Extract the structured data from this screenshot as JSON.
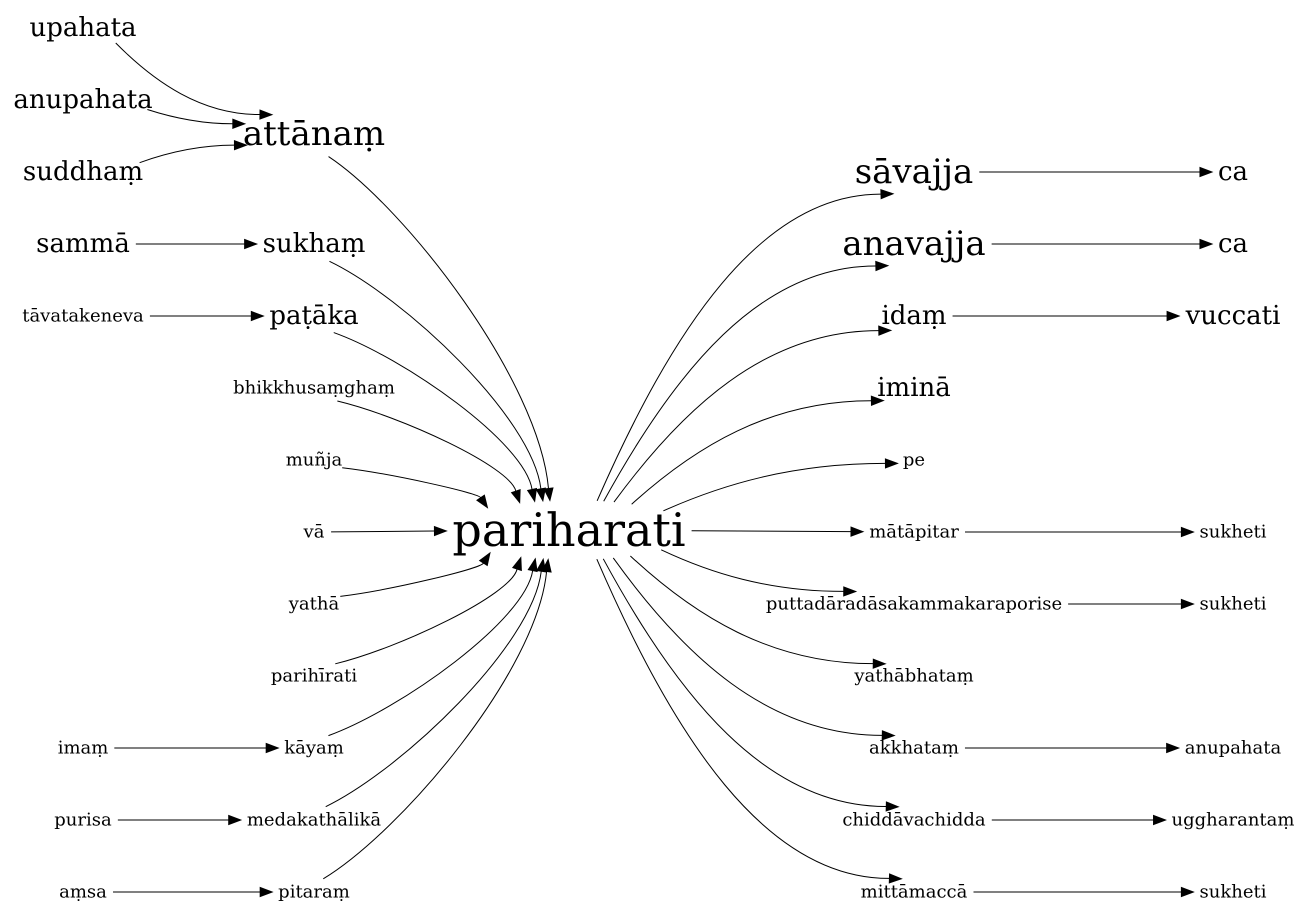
{
  "graph": {
    "type": "directed-word-graph",
    "nodes": [
      {
        "id": "upahata",
        "label": "upahata",
        "size": "m"
      },
      {
        "id": "anupahata",
        "label": "anupahata",
        "size": "m"
      },
      {
        "id": "suddham",
        "label": "suddhaṃ",
        "size": "m"
      },
      {
        "id": "attanam",
        "label": "attānaṃ",
        "size": "l"
      },
      {
        "id": "samma",
        "label": "sammā",
        "size": "m"
      },
      {
        "id": "sukham",
        "label": "sukhaṃ",
        "size": "m"
      },
      {
        "id": "tavatakeneva",
        "label": "tāvatakeneva",
        "size": "s"
      },
      {
        "id": "pataka",
        "label": "paṭāka",
        "size": "m"
      },
      {
        "id": "bhikkhusamgham",
        "label": "bhikkhusaṃghaṃ",
        "size": "s"
      },
      {
        "id": "munja",
        "label": "muñja",
        "size": "s"
      },
      {
        "id": "va",
        "label": "vā",
        "size": "s"
      },
      {
        "id": "yatha",
        "label": "yathā",
        "size": "s"
      },
      {
        "id": "parihirati",
        "label": "parihīrati",
        "size": "s"
      },
      {
        "id": "imam",
        "label": "imaṃ",
        "size": "s"
      },
      {
        "id": "kayam",
        "label": "kāyaṃ",
        "size": "s"
      },
      {
        "id": "purisa",
        "label": "purisa",
        "size": "s"
      },
      {
        "id": "medakathalika",
        "label": "medakathālikā",
        "size": "s"
      },
      {
        "id": "amsa",
        "label": "aṃsa",
        "size": "s"
      },
      {
        "id": "pitaram",
        "label": "pitaraṃ",
        "size": "s"
      },
      {
        "id": "pariharati",
        "label": "pariharati",
        "size": "xl"
      },
      {
        "id": "savajja",
        "label": "sāvajja",
        "size": "l"
      },
      {
        "id": "ca1",
        "label": "ca",
        "size": "m"
      },
      {
        "id": "anavajja",
        "label": "anavajja",
        "size": "l"
      },
      {
        "id": "ca2",
        "label": "ca",
        "size": "m"
      },
      {
        "id": "idam",
        "label": "idaṃ",
        "size": "m"
      },
      {
        "id": "vuccati",
        "label": "vuccati",
        "size": "m"
      },
      {
        "id": "imina",
        "label": "iminā",
        "size": "m"
      },
      {
        "id": "pe",
        "label": "pe",
        "size": "s"
      },
      {
        "id": "matapitar",
        "label": "mātāpitar",
        "size": "s"
      },
      {
        "id": "sukheti1",
        "label": "sukheti",
        "size": "s"
      },
      {
        "id": "puttadara",
        "label": "puttadāradāsakammakaraporise",
        "size": "s"
      },
      {
        "id": "sukheti2",
        "label": "sukheti",
        "size": "s"
      },
      {
        "id": "yathabhatam",
        "label": "yathābhataṃ",
        "size": "s"
      },
      {
        "id": "akkhatam",
        "label": "akkhataṃ",
        "size": "s"
      },
      {
        "id": "anupahata2",
        "label": "anupahata",
        "size": "s"
      },
      {
        "id": "chiddavachidda",
        "label": "chiddāvachidda",
        "size": "s"
      },
      {
        "id": "uggharantam",
        "label": "uggharantaṃ",
        "size": "s"
      },
      {
        "id": "mittamacca",
        "label": "mittāmaccā",
        "size": "s"
      },
      {
        "id": "sukheti3",
        "label": "sukheti",
        "size": "s"
      }
    ],
    "edges": [
      [
        "upahata",
        "attanam"
      ],
      [
        "anupahata",
        "attanam"
      ],
      [
        "suddham",
        "attanam"
      ],
      [
        "samma",
        "sukham"
      ],
      [
        "tavatakeneva",
        "pataka"
      ],
      [
        "imam",
        "kayam"
      ],
      [
        "purisa",
        "medakathalika"
      ],
      [
        "amsa",
        "pitaram"
      ],
      [
        "attanam",
        "pariharati"
      ],
      [
        "sukham",
        "pariharati"
      ],
      [
        "pataka",
        "pariharati"
      ],
      [
        "bhikkhusamgham",
        "pariharati"
      ],
      [
        "munja",
        "pariharati"
      ],
      [
        "va",
        "pariharati"
      ],
      [
        "yatha",
        "pariharati"
      ],
      [
        "parihirati",
        "pariharati"
      ],
      [
        "kayam",
        "pariharati"
      ],
      [
        "medakathalika",
        "pariharati"
      ],
      [
        "pitaram",
        "pariharati"
      ],
      [
        "pariharati",
        "savajja"
      ],
      [
        "pariharati",
        "anavajja"
      ],
      [
        "pariharati",
        "idam"
      ],
      [
        "pariharati",
        "imina"
      ],
      [
        "pariharati",
        "pe"
      ],
      [
        "pariharati",
        "matapitar"
      ],
      [
        "pariharati",
        "puttadara"
      ],
      [
        "pariharati",
        "yathabhatam"
      ],
      [
        "pariharati",
        "akkhatam"
      ],
      [
        "pariharati",
        "chiddavachidda"
      ],
      [
        "pariharati",
        "mittamacca"
      ],
      [
        "savajja",
        "ca1"
      ],
      [
        "anavajja",
        "ca2"
      ],
      [
        "idam",
        "vuccati"
      ],
      [
        "matapitar",
        "sukheti1"
      ],
      [
        "puttadara",
        "sukheti2"
      ],
      [
        "akkhatam",
        "anupahata2"
      ],
      [
        "chiddavachidda",
        "uggharantam"
      ],
      [
        "mittamacca",
        "sukheti3"
      ]
    ]
  }
}
